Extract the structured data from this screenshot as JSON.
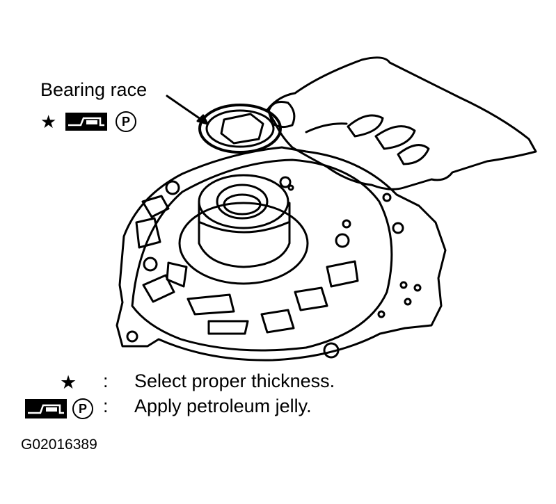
{
  "callout": {
    "label": "Bearing race"
  },
  "legend": [
    {
      "symbol": "★",
      "colon": ":",
      "text": "Select proper thickness."
    },
    {
      "symbol_icon": "petroleum-jelly-icon",
      "p_mark": "P",
      "colon": ":",
      "text": "Apply petroleum jelly."
    }
  ],
  "callout_symbols": {
    "star": "★",
    "p_mark": "P"
  },
  "figure_id": "G02016389"
}
